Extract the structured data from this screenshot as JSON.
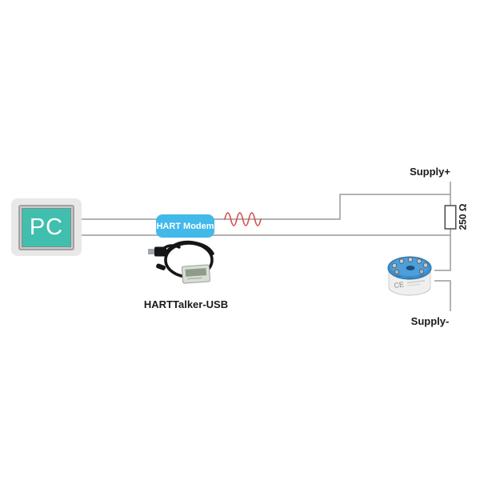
{
  "pc": {
    "label": "PC"
  },
  "modem": {
    "label": "HART Modem"
  },
  "usb": {
    "caption": "HARTTalker-USB"
  },
  "supply": {
    "positive": "Supply+",
    "negative": "Supply-"
  },
  "resistor": {
    "label": "250 Ω"
  },
  "transmitter": {
    "ce_mark": "CE"
  },
  "colors": {
    "wire_gray": "#9A9A9A",
    "modem_blue": "#42B9E9",
    "pc_screen_teal": "#40BFAE",
    "signal_red": "#D84A4A",
    "transmitter_blue": "#3D8FCC",
    "monitor_frame_gray": "#E8E8E8",
    "text_black": "#1A1A1A"
  }
}
